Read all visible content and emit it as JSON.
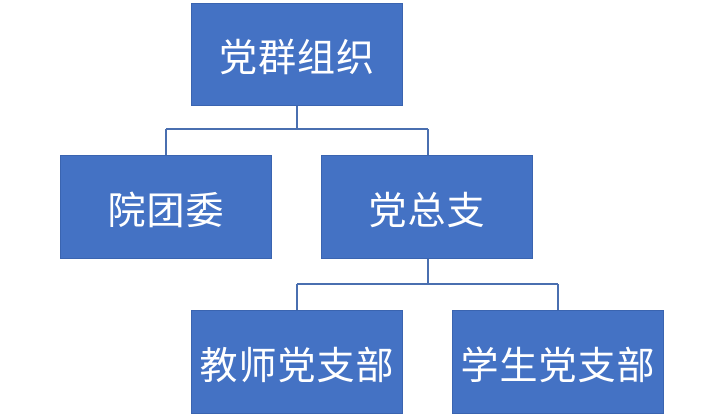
{
  "org_chart": {
    "root": {
      "label": "党群组织"
    },
    "level2": [
      {
        "label": "院团委"
      },
      {
        "label": "党总支"
      }
    ],
    "level3": [
      {
        "label": "教师党支部"
      },
      {
        "label": "学生党支部"
      }
    ]
  },
  "colors": {
    "node_fill": "#4472c4",
    "node_text": "#ffffff",
    "connector": "#4a6fb0"
  }
}
